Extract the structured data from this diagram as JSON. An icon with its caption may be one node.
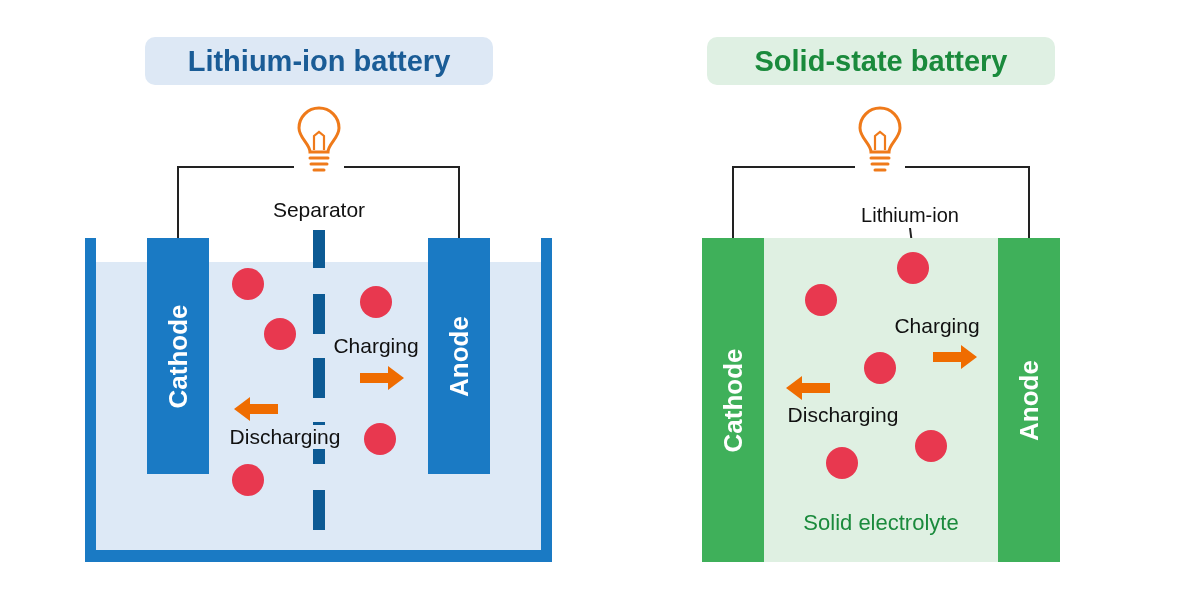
{
  "diagram": {
    "nodes": [
      {
        "text": [
          "Lithium-ion battery"
        ]
      },
      {
        "text": [],
        "shape": "picture"
      },
      {
        "text": [
          "Cathode"
        ]
      },
      {
        "text": [
          "Anode"
        ]
      },
      {
        "text": [
          "Solid-state battery"
        ]
      },
      {
        "text": [],
        "shape": "picture"
      },
      {
        "text": [
          "Solid electrolyte"
        ]
      },
      {
        "text": [
          "Cathode"
        ]
      },
      {
        "text": [
          "Anode"
        ]
      },
      {
        "text": [
          "Lithium-ion"
        ]
      },
      {
        "text": [],
        "shape": "circle",
        "in": 6
      }
    ],
    "edges": [
      {
        "from": 2,
        "to": 1,
        "arrow": "none"
      },
      {
        "from": 1,
        "to": 3,
        "arrow": "none"
      },
      {
        "from": 7,
        "to": 5,
        "arrow": "none"
      },
      {
        "from": 5,
        "to": 8,
        "arrow": "none"
      },
      {
        "from": 9,
        "to": 10,
        "arrow": "none"
      }
    ],
    "labels": [
      "Separator",
      "Charging",
      "Discharging",
      "Charging",
      "Discharging"
    ]
  }
}
